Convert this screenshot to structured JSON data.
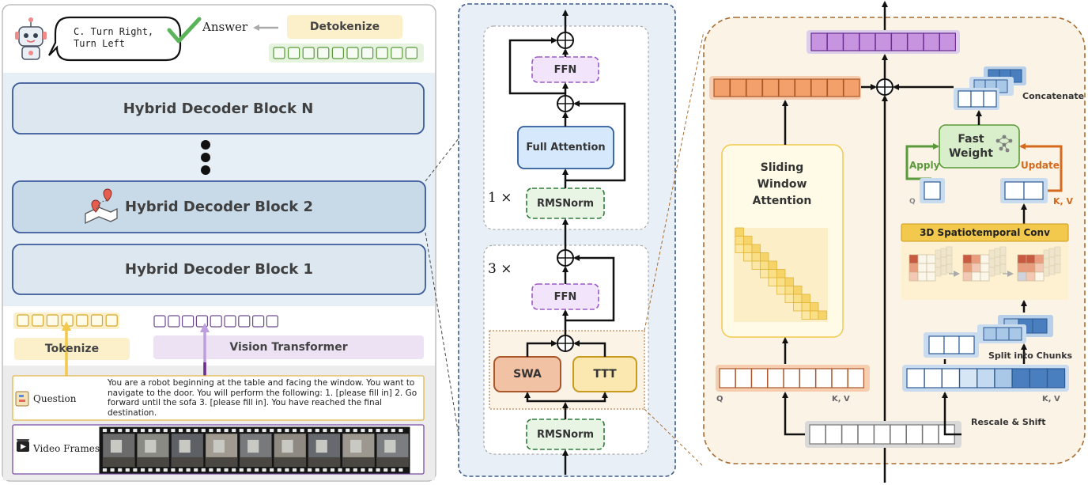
{
  "left_panel": {
    "answer_bubble": "C. Turn Right, Turn Left",
    "answer_label": "Answer",
    "detokenize_label": "Detokenize",
    "blocks": [
      {
        "label": "Hybrid Decoder Block N"
      },
      {
        "label": "Hybrid Decoder Block 2"
      },
      {
        "label": "Hybrid Decoder Block 1"
      }
    ],
    "tokenize_label": "Tokenize",
    "vision_label": "Vision Transformer",
    "question_label": "Question",
    "question_text": "You are a robot beginning at the table and facing the window. You want to navigate to the door. You will perform the following: 1. [please fill in] 2. Go forward until the sofa 3. [please fill in]. You have reached the final destination.",
    "video_label": "Video Frames"
  },
  "middle_panel": {
    "ffn_top": "FFN",
    "full_attention": "Full Attention",
    "repeat_top": "1 ×",
    "rmsnorm_top": "RMSNorm",
    "repeat_bottom": "3 ×",
    "ffn_bottom": "FFN",
    "swa": "SWA",
    "ttt": "TTT",
    "rmsnorm_bottom": "RMSNorm"
  },
  "right_panel": {
    "concatenate": "Concatenate",
    "fast_weight": "Fast Weight",
    "apply": "Apply",
    "update": "Update",
    "q_small": "Q",
    "kv_small": "K, V",
    "sliding_window_attention": "Sliding Window Attention",
    "conv_label": "3D Spatiotemporal Conv",
    "split_chunks": "Split into Chunks",
    "q_left": "Q",
    "kv_left": "K, V",
    "kv_right": "K, V",
    "rescale_shift": "Rescale & Shift"
  },
  "colors": {
    "orange_token": "#f4a06a",
    "purple_token": "#c795e0",
    "blue_token": "#7da7d6",
    "green_token": "#8ccf7e",
    "yellow_token": "#f2c94c",
    "block_fill": "#dce7f0",
    "block_border": "#3a5a9a"
  }
}
